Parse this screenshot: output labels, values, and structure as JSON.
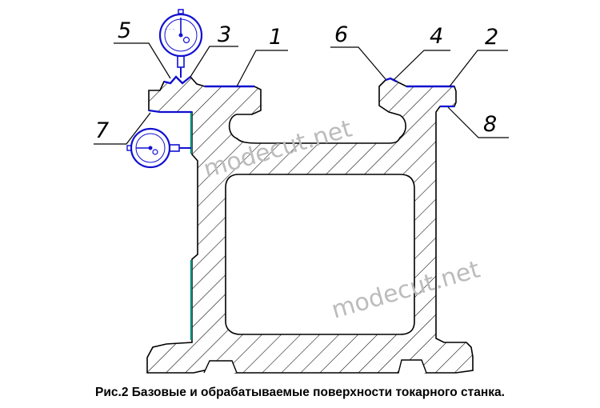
{
  "caption": "Рис.2 Базовые и обрабатываемые поверхности токарного станка.",
  "watermarks": [
    "modecut.net",
    "modecut.net"
  ],
  "callouts": [
    {
      "id": "1",
      "label": "1"
    },
    {
      "id": "2",
      "label": "2"
    },
    {
      "id": "3",
      "label": "3"
    },
    {
      "id": "4",
      "label": "4"
    },
    {
      "id": "5",
      "label": "5"
    },
    {
      "id": "6",
      "label": "6"
    },
    {
      "id": "7",
      "label": "7"
    },
    {
      "id": "8",
      "label": "8"
    }
  ],
  "colors": {
    "outline": "#000000",
    "surface": "#1010d0",
    "vertical_surface": "#0f8c7a",
    "watermark": "#bcbcbc"
  }
}
